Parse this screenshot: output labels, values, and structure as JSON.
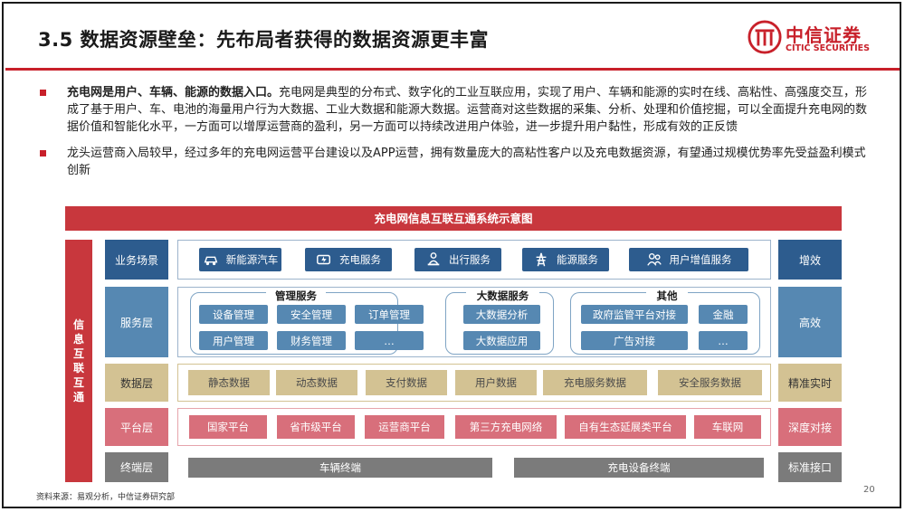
{
  "title": "3.5 数据资源壁垒：先布局者获得的数据资源更丰富",
  "logo": {
    "cn": "中信证券",
    "en": "CITIC SECURITIES"
  },
  "bullets": [
    {
      "bold": "充电网是用户、车辆、能源的数据入口。",
      "text": "充电网是典型的分布式、数字化的工业互联应用，实现了用户、车辆和能源的实时在线、高粘性、高强度交互，形成了基于用户、车、电池的海量用户行为大数据、工业大数据和能源大数据。运营商对这些数据的采集、分析、处理和价值挖掘，可以全面提升充电网的数据价值和智能化水平，一方面可以增厚运营商的盈利，另一方面可以持续改进用户体验，进一步提升用户黏性，形成有效的正反馈"
    },
    {
      "bold": "",
      "text": "龙头运营商入局较早，经过多年的充电网运营平台建设以及APP运营，拥有数量庞大的高粘性客户以及充电数据资源，有望通过规模优势率先受益盈利模式创新"
    }
  ],
  "diagram": {
    "banner": "充电网信息互联互通系统示意图",
    "left_bar": [
      "信",
      "息",
      "互",
      "联",
      "互",
      "通"
    ],
    "layers": {
      "business": {
        "name": "业务场景",
        "right": "增效",
        "items": [
          {
            "label": "新能源汽车",
            "icon": "car-icon"
          },
          {
            "label": "充电服务",
            "icon": "battery-charge-icon"
          },
          {
            "label": "出行服务",
            "icon": "person-location-icon"
          },
          {
            "label": "能源服务",
            "icon": "power-tower-icon"
          },
          {
            "label": "用户增值服务",
            "icon": "users-icon"
          }
        ]
      },
      "service": {
        "name": "服务层",
        "right": "高效",
        "groups": [
          {
            "title": "管理服务",
            "items": [
              "设备管理",
              "安全管理",
              "订单管理",
              "用户管理",
              "财务管理",
              "…"
            ]
          },
          {
            "title": "大数据服务",
            "items": [
              "大数据分析",
              "大数据应用"
            ]
          },
          {
            "title": "其他",
            "items": [
              "政府监管平台对接",
              "金融",
              "广告对接",
              "…"
            ]
          }
        ]
      },
      "data": {
        "name": "数据层",
        "right": "精准实时",
        "items": [
          "静态数据",
          "动态数据",
          "支付数据",
          "用户数据",
          "充电服务数据",
          "安全服务数据"
        ]
      },
      "platform": {
        "name": "平台层",
        "right": "深度对接",
        "items": [
          "国家平台",
          "省市级平台",
          "运营商平台",
          "第三方充电网络",
          "自有生态延展类平台",
          "车联网"
        ]
      },
      "terminal": {
        "name": "终端层",
        "right": "标准接口",
        "items": [
          "车辆终端",
          "充电设备终端"
        ]
      }
    },
    "colors": {
      "accent": "#c8202a",
      "blue": "#2d5c8e",
      "gold": "#d3c293",
      "pink": "#d86f7b",
      "gray": "#7b7b7b"
    }
  },
  "source": "资料来源：易观分析，中信证券研究部",
  "page_number": "20"
}
